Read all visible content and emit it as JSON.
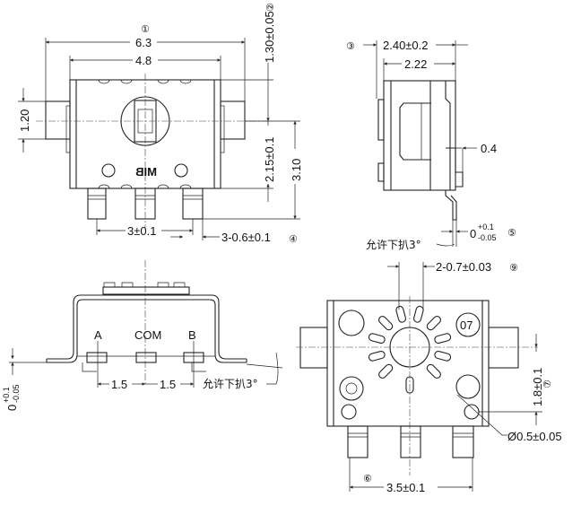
{
  "front_view": {
    "marker_1": "①",
    "marker_2": "②",
    "marker_4": "④",
    "dim_overall_width": "6.3",
    "dim_body_width": "4.8",
    "dim_tab_height": "1.20",
    "dim_top_to_center": "1.30±0.05",
    "dim_center_to_bottom": "2.15±0.1",
    "dim_center_to_pin": "3.10",
    "dim_pin_pitch": "3±0.1",
    "dim_pin_width": "3-0.6±0.1",
    "body_marking": "MIB"
  },
  "side_view": {
    "marker_3": "③",
    "marker_5": "⑤",
    "dim_overall_depth": "2.40±0.2",
    "dim_body_depth": "2.22",
    "dim_plate": "0.4",
    "dim_flatness_base": "0",
    "dim_flatness_plus": "+0.1",
    "dim_flatness_minus": "-0.05",
    "note_bend": "允许下扒3°"
  },
  "bottom_view": {
    "label_a": "A",
    "label_com": "COM",
    "label_b": "B",
    "dim_pitch_left": "1.5",
    "dim_pitch_right": "1.5",
    "note_bend": "允许下扒3°",
    "dim_flatness_base": "0",
    "dim_flatness_plus": "+0.1",
    "dim_flatness_minus": "-0.05"
  },
  "rear_view": {
    "marker_6": "⑥",
    "marker_7": "⑦",
    "marker_9": "⑨",
    "dim_slot_width": "2-0.7±0.03",
    "dim_hole_offset": "1.8±0.1",
    "dim_hole_diameter": "Ø0.5±0.05",
    "dim_pin_span": "3.5±0.1",
    "body_marking": "07"
  }
}
